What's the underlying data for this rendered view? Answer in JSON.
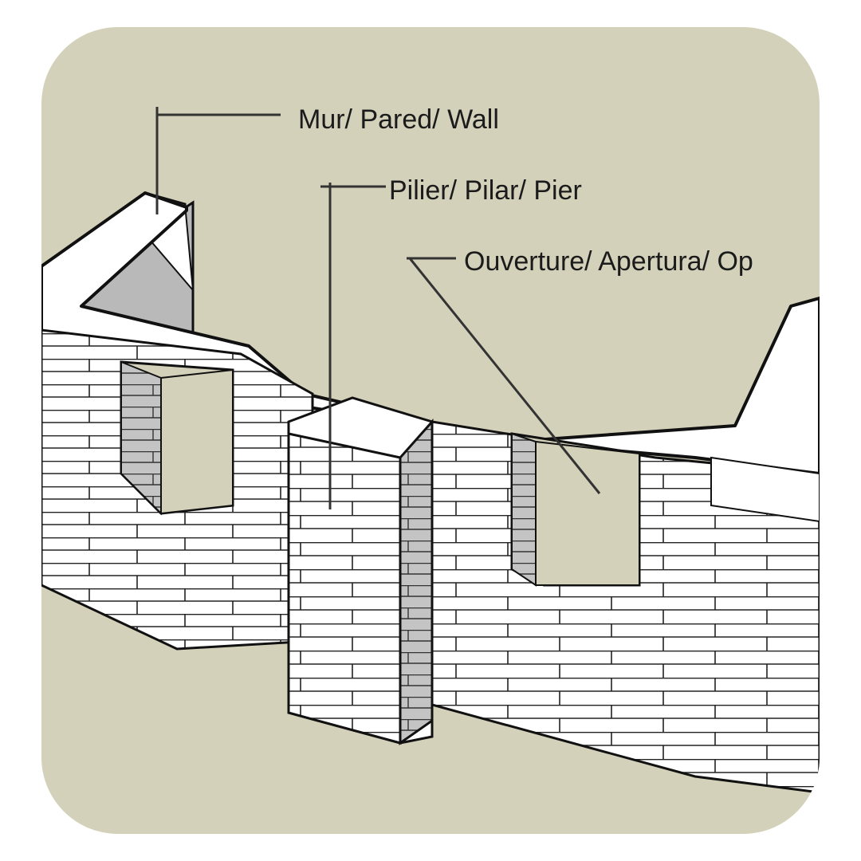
{
  "labels": {
    "wall": "Mur/ Pared/ Wall",
    "pier": "Pilier/ Pilar/ Pier",
    "opening": "Ouverture/ Apertura/ Op"
  },
  "colors": {
    "background": "#d4d1bb",
    "brick_face": "#ffffff",
    "brick_shadow": "#bdbdbd",
    "outline": "#111111",
    "leader_line": "#333333"
  }
}
